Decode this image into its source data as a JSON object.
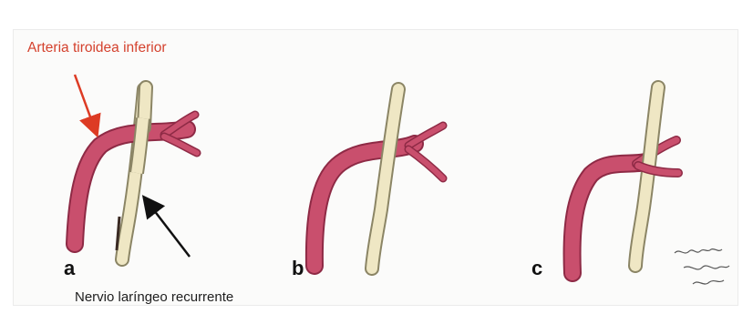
{
  "labels": {
    "artery": "Arteria tiroidea inferior",
    "nerve": "Nervio laríngeo recurrente"
  },
  "panels": [
    {
      "letter": "a"
    },
    {
      "letter": "b"
    },
    {
      "letter": "c"
    }
  ],
  "colors": {
    "artery_fill": "#c94f6d",
    "artery_edge": "#8e2a45",
    "nerve_fill": "#efe7c4",
    "nerve_edge": "#8b8565",
    "red_arrow": "#dd3b24",
    "black_arrow": "#111111"
  },
  "icons": [
    "red-arrow-icon",
    "black-arrow-icon",
    "signature-icon"
  ]
}
